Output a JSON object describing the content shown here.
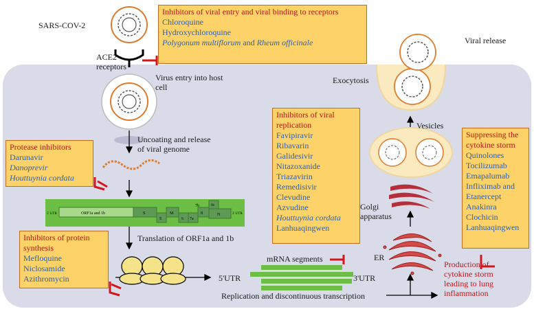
{
  "labels": {
    "virus_name": "SARS-COV-2",
    "ace2": "ACE2\nreceptors",
    "virus_entry": "Virus entry into host\ncell",
    "uncoating": "Uncoating and release\nof viral genome",
    "translation": "Translation of ORF1a and 1b",
    "exocytosis": "Exocytosis",
    "viral_release": "Viral release",
    "vesicles": "Vesicles",
    "golgi": "Golgi\napparatus",
    "er": "ER",
    "mrna_segments": "mRNA segments",
    "utr5": "5'UTR",
    "utr3": "3'UTR",
    "replication": "Replication and discontinuous transcription",
    "cytokine_effect": "Production of\ncytokine storm\nleading to lung\ninflammation"
  },
  "genome": {
    "utr5": "5' UTR",
    "utr3": "3' UTR",
    "orf": "ORF1a and 1b",
    "s": "S",
    "e": "E",
    "m": "M",
    "six": "6",
    "sevena": "7a",
    "sevenb": "7b",
    "eight": "8",
    "n": "N",
    "ninea": "9b"
  },
  "boxes": {
    "entry": {
      "title": "Inhibitors of viral entry and viral binding to receptors",
      "items": [
        "Chloroquine",
        "Hydroxychloroquine"
      ],
      "item3_a": "Polygonum multiflorum",
      "item3_and": " and ",
      "item3_b": "Rheum officinale"
    },
    "protease": {
      "title": "Protease inhibitors",
      "items": [
        "Darunavir",
        "Danoprevir",
        "Houttuynia cordata"
      ]
    },
    "replication": {
      "title": "Inhibitors of viral\nreplication",
      "items": [
        "Favipiravir",
        "Ribavarin",
        "Galidesivir",
        "Nitazoxanide",
        "Triazavirin",
        "Remedisivir",
        "Clevudine",
        "Azvudine",
        "Houttuynia cordata",
        "Lanhuaqingwen"
      ]
    },
    "protein": {
      "title": "Inhibitors of protein\nsynthesis",
      "items": [
        "Mefloquine",
        "Niclosamide",
        "Azithromycin"
      ]
    },
    "cytokine": {
      "title": "Suppressing the\ncytokine storm",
      "items": [
        "Quinolones",
        "Tocilizumab",
        "Emapalumab",
        "Infliximab and",
        "Etanercept",
        "Anakinra",
        "Clochicin",
        "Lanhuaqingwen"
      ]
    }
  },
  "colors": {
    "cell": "#d9dce8",
    "box_fill": "#fdd268",
    "box_border": "#c56a1a",
    "title_red": "#c0141c",
    "item_blue": "#2a5fb0",
    "virus_orange": "#e07a2c",
    "genome_green": "#6cbe45"
  }
}
